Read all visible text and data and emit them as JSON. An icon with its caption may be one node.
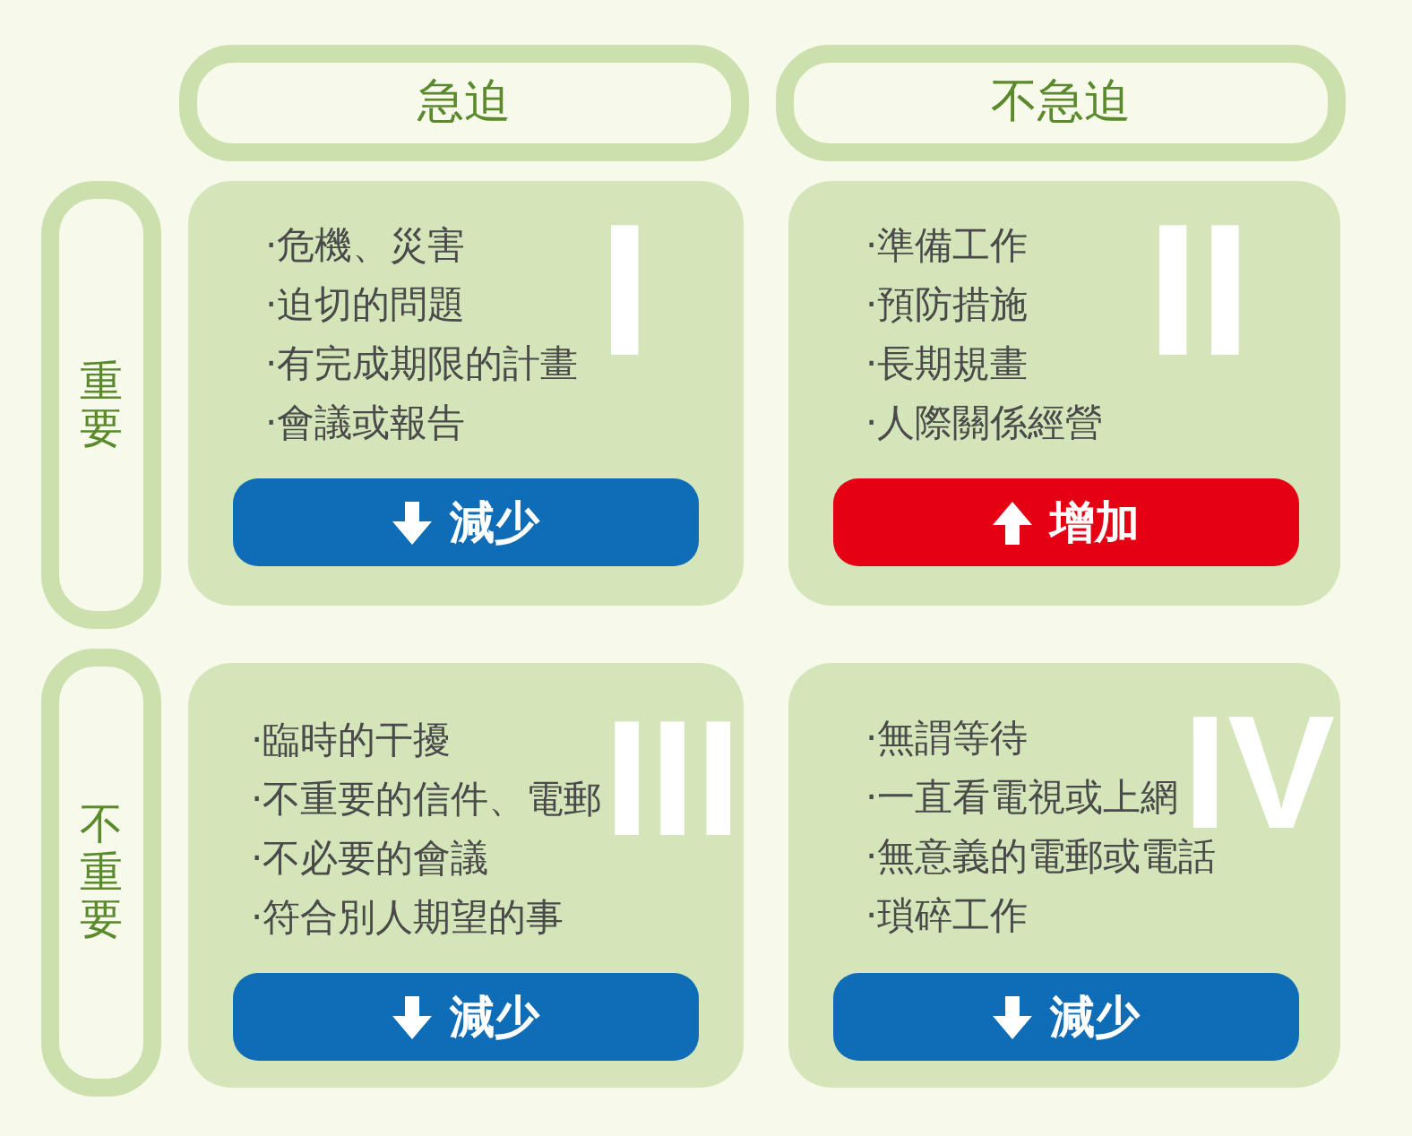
{
  "diagram": {
    "nodes": [
      {
        "text": [
          "急迫"
        ]
      },
      {
        "text": [
          "不急迫"
        ]
      },
      {
        "text": [
          "重要"
        ]
      },
      {
        "text": [
          "·危機、災害",
          "·迫切的問題",
          "·有完成期限的計畫",
          "·會議或報告",
          "I"
        ]
      },
      {
        "text": [
          "減少"
        ],
        "in": 3
      },
      {
        "text": [
          "·準備工作",
          "·預防措施",
          "·長期規畫",
          "·人際關係經營",
          "II"
        ]
      },
      {
        "text": [
          "增加"
        ],
        "in": 5
      },
      {
        "text": [
          "不重要"
        ]
      },
      {
        "text": [
          "·臨時的干擾",
          "·不重要的信件、電郵",
          "·不必要的會議",
          "·符合別人期望的事",
          "III"
        ]
      },
      {
        "text": [
          "減少"
        ],
        "in": 8
      },
      {
        "text": [
          "·無謂等待",
          "·一直看電視或上網",
          "·無意義的電郵或電話",
          "·瑣碎工作",
          "IV"
        ]
      },
      {
        "text": [
          "減少"
        ],
        "in": 10
      }
    ],
    "edges": []
  }
}
